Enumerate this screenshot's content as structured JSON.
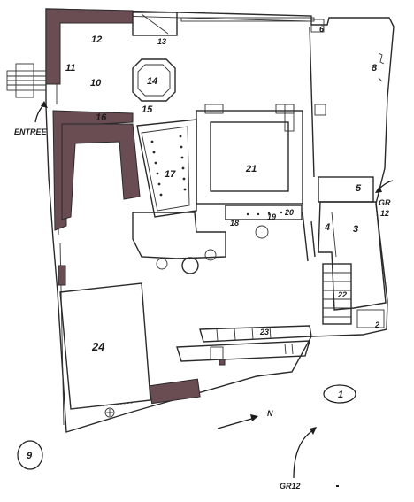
{
  "plan": {
    "rooms": {
      "r1": "1",
      "r2": "2",
      "r3": "3",
      "r4": "4",
      "r5": "5",
      "r6": "6",
      "r8": "8",
      "r10": "10",
      "r11": "11",
      "r12": "12",
      "r13": "13",
      "r14": "14",
      "r15": "15",
      "r16": "16",
      "r17": "17",
      "r18": "18",
      "r19": "19",
      "r20": "20",
      "r21": "21",
      "r22": "22",
      "r23": "23",
      "r24": "24"
    },
    "entrance_label": "ENTREE",
    "north_label": "N",
    "route_bottom": "GR12",
    "route_right_1": "GR",
    "route_right_2": "12",
    "circle_label": "9",
    "colors": {
      "wall": "#2a2a2a",
      "hatch": "#6a4d52",
      "background": "#ffffff"
    },
    "icons": [
      "entrance-arrow-icon",
      "north-arrow-icon",
      "route-arrow-icon"
    ]
  }
}
